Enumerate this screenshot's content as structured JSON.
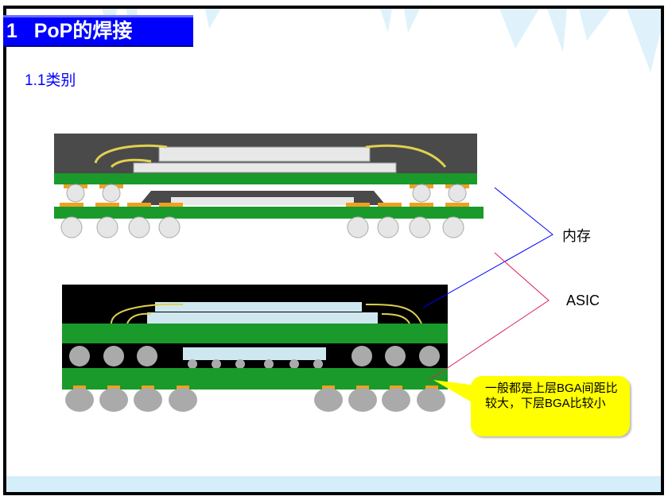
{
  "title": "1   PoP的焊接",
  "subtitle": "1.1类别",
  "labels": {
    "memory": "内存",
    "asic": "ASIC"
  },
  "callout": "一般都是上层BGA间距比较大，下层BGA比较小",
  "colors": {
    "title_bg": "#0000ff",
    "subtitle": "#0000ff",
    "pcb": "#1a9a2a",
    "pad": "#f0a020",
    "callout": "#ffff00",
    "memory_line": "#0000ff",
    "asic_line": "#e0205a"
  }
}
